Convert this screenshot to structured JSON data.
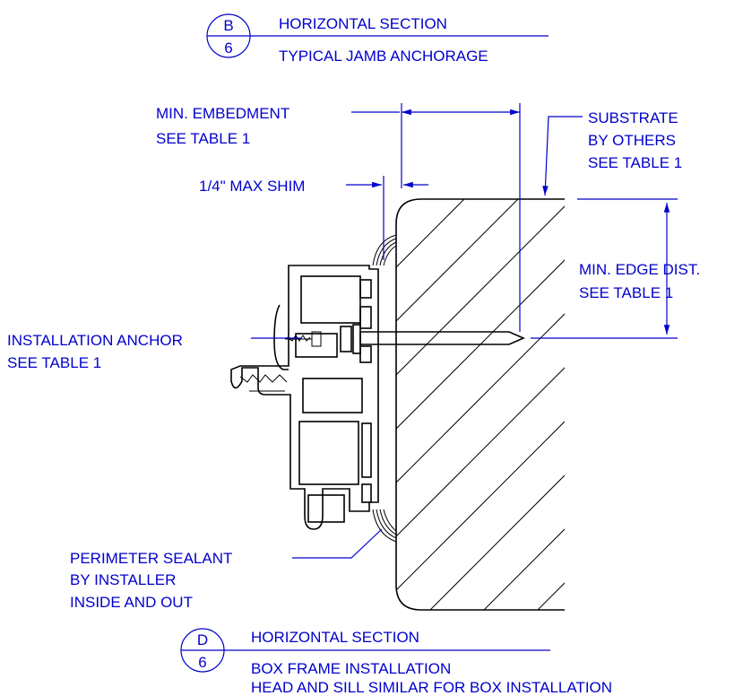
{
  "top_callout": {
    "detail_letter": "B",
    "sheet_number": "6",
    "title": "HORIZONTAL SECTION",
    "subtitle": "TYPICAL JAMB ANCHORAGE"
  },
  "bottom_callout": {
    "detail_letter": "D",
    "sheet_number": "6",
    "title": "HORIZONTAL SECTION",
    "subtitle_line1": "BOX FRAME INSTALLATION",
    "subtitle_line2": "HEAD AND SILL SIMILAR FOR BOX INSTALLATION"
  },
  "annotations": {
    "min_embedment": {
      "line1": "MIN. EMBEDMENT",
      "line2": "SEE TABLE 1"
    },
    "substrate": {
      "line1": "SUBSTRATE",
      "line2": "BY OTHERS",
      "line3": "SEE TABLE 1"
    },
    "max_shim": {
      "line1": "1/4\"  MAX SHIM"
    },
    "min_edge_dist": {
      "line1": "MIN. EDGE DIST.",
      "line2": "SEE TABLE 1"
    },
    "installation_anchor": {
      "line1": "INSTALLATION ANCHOR",
      "line2": "SEE TABLE 1"
    },
    "perimeter_sealant": {
      "line1": "PERIMETER SEALANT",
      "line2": "BY INSTALLER",
      "line3": "INSIDE AND OUT"
    }
  },
  "colors": {
    "annotation": "#0000cc",
    "linework": "#000000",
    "background": "#ffffff"
  }
}
